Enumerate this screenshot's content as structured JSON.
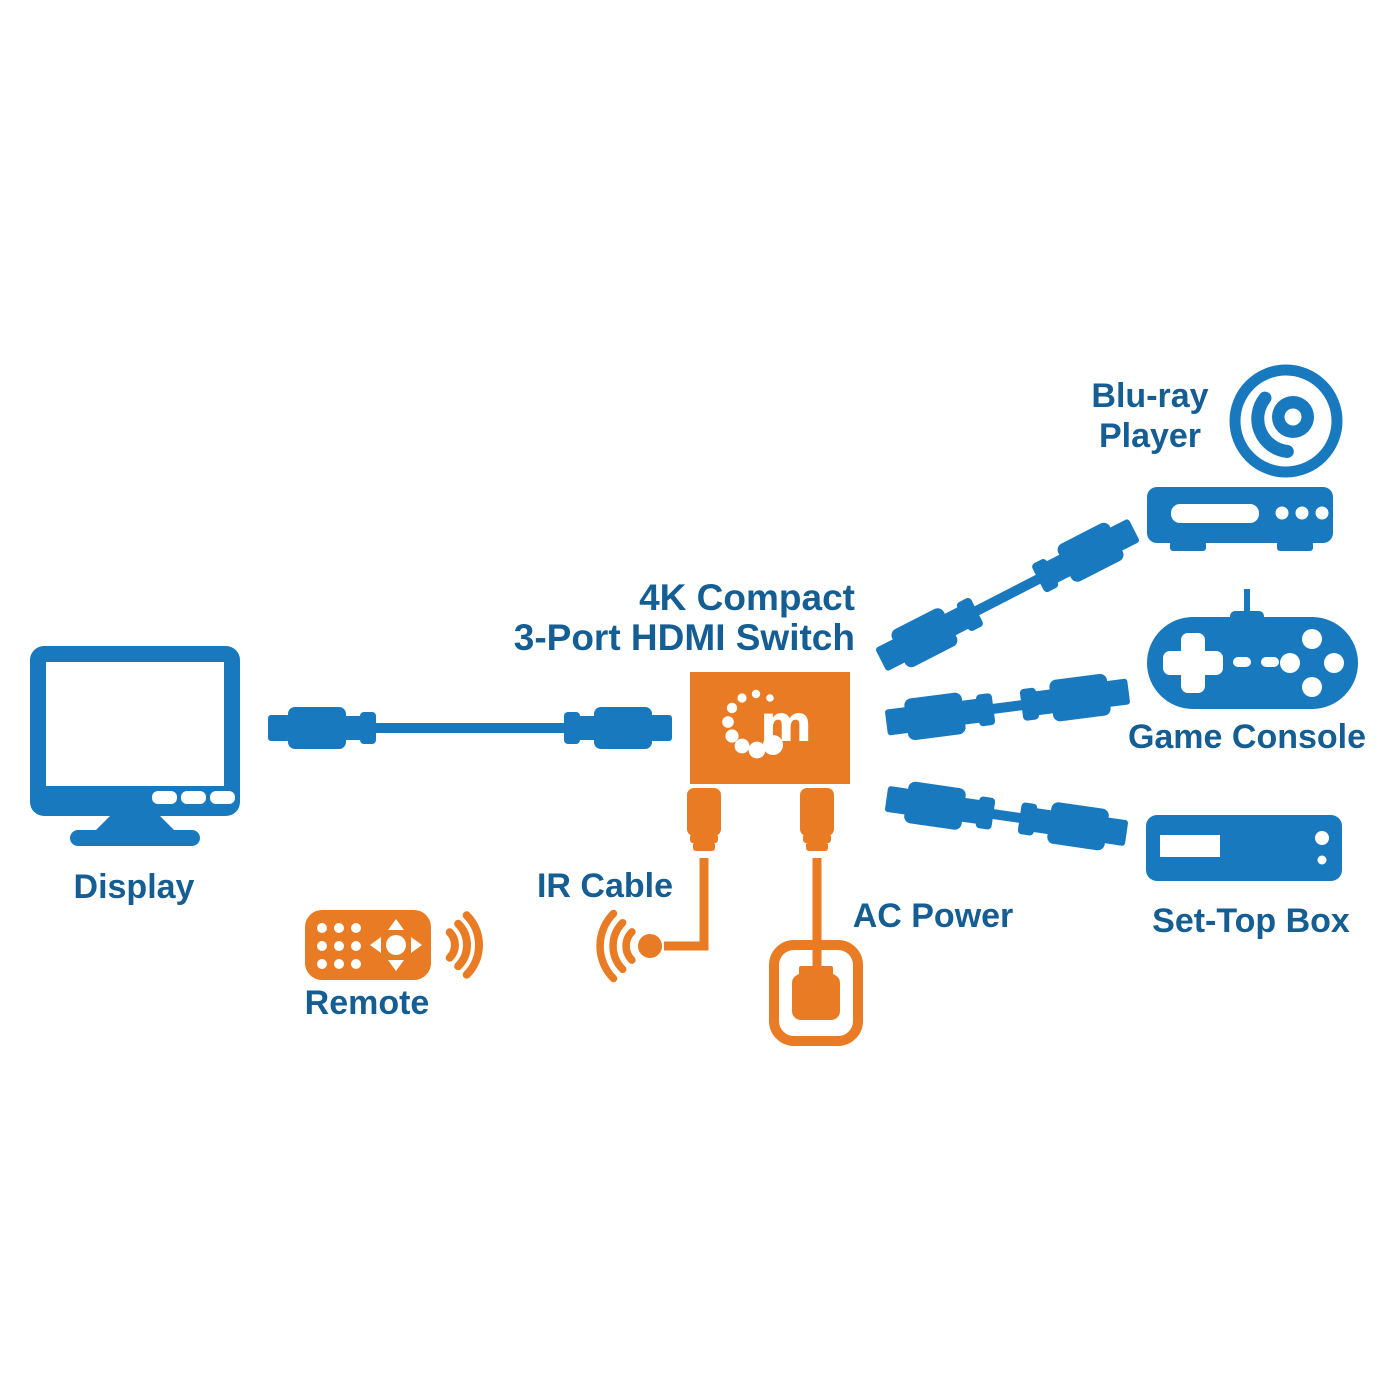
{
  "colors": {
    "blue": "#1879BF",
    "dark_blue": "#155E93",
    "orange": "#E87B23",
    "white": "#ffffff"
  },
  "title": {
    "line1": "4K Compact",
    "line2": "3-Port HDMI Switch"
  },
  "hub": {
    "logo_letter": "m"
  },
  "devices": {
    "display": {
      "label": "Display"
    },
    "bluray": {
      "label_line1": "Blu-ray",
      "label_line2": "Player"
    },
    "game_console": {
      "label": "Game Console"
    },
    "set_top_box": {
      "label": "Set-Top Box"
    },
    "remote": {
      "label": "Remote"
    },
    "ir_cable": {
      "label": "IR Cable"
    },
    "ac_power": {
      "label": "AC Power"
    }
  }
}
